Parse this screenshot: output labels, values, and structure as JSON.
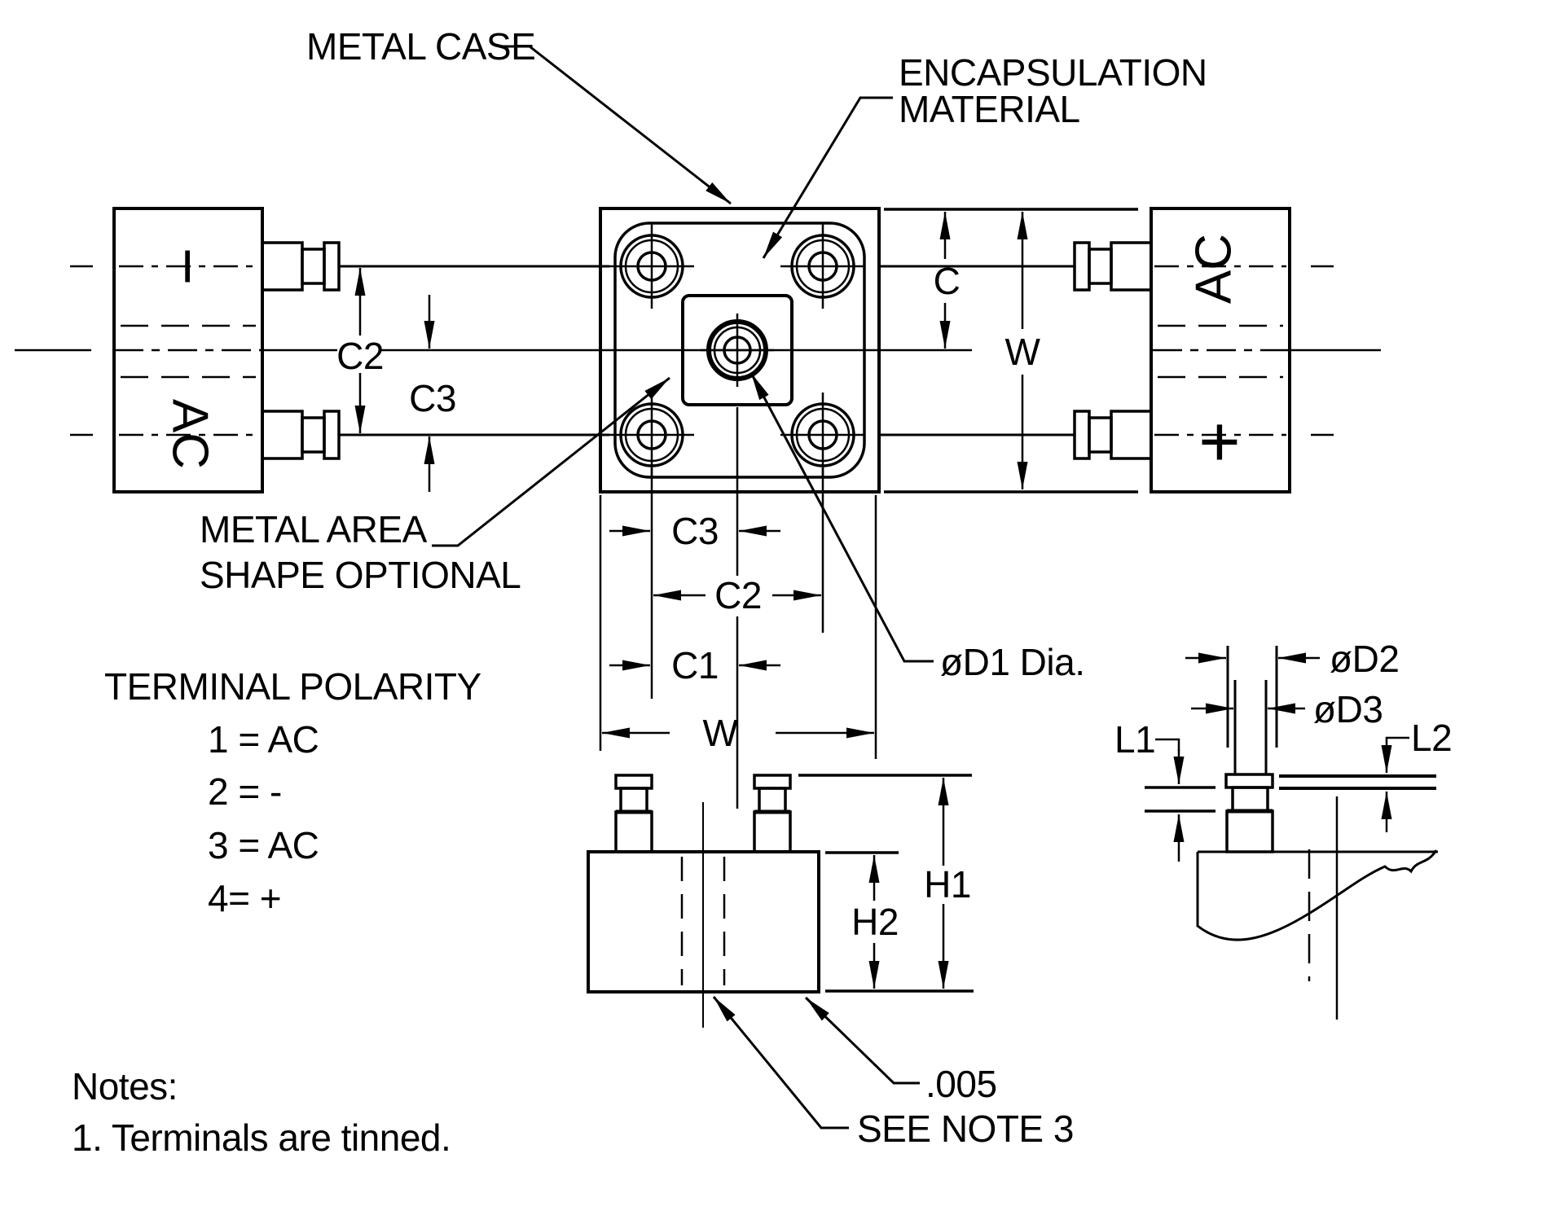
{
  "labels": {
    "metal_case": "METAL CASE",
    "encapsulation_line1": "ENCAPSULATION",
    "encapsulation_line2": "MATERIAL",
    "metal_area_line1": "METAL AREA",
    "metal_area_line2": "SHAPE OPTIONAL",
    "d1": "øD1 Dia.",
    "d2": "øD2",
    "d3": "øD3",
    "l1": "L1",
    "l2": "L2",
    "tolerance": ".005",
    "see_note": "SEE NOTE 3"
  },
  "dims": {
    "c": "C",
    "w": "W",
    "c1": "C1",
    "c2": "C2",
    "c3": "C3",
    "h1": "H1",
    "h2": "H2"
  },
  "blocks": {
    "left": {
      "top_symbol": "−",
      "bottom_label": "AC"
    },
    "right": {
      "top_label": "AC",
      "bottom_symbol": "+"
    }
  },
  "polarity": {
    "title": "TERMINAL POLARITY",
    "items": [
      "1 = AC",
      "2 = -",
      "3 = AC",
      "4= +"
    ]
  },
  "notes": {
    "title": "Notes:",
    "item1": "1.  Terminals are tinned."
  },
  "colors": {
    "ink": "#000000",
    "paper": "#ffffff"
  }
}
